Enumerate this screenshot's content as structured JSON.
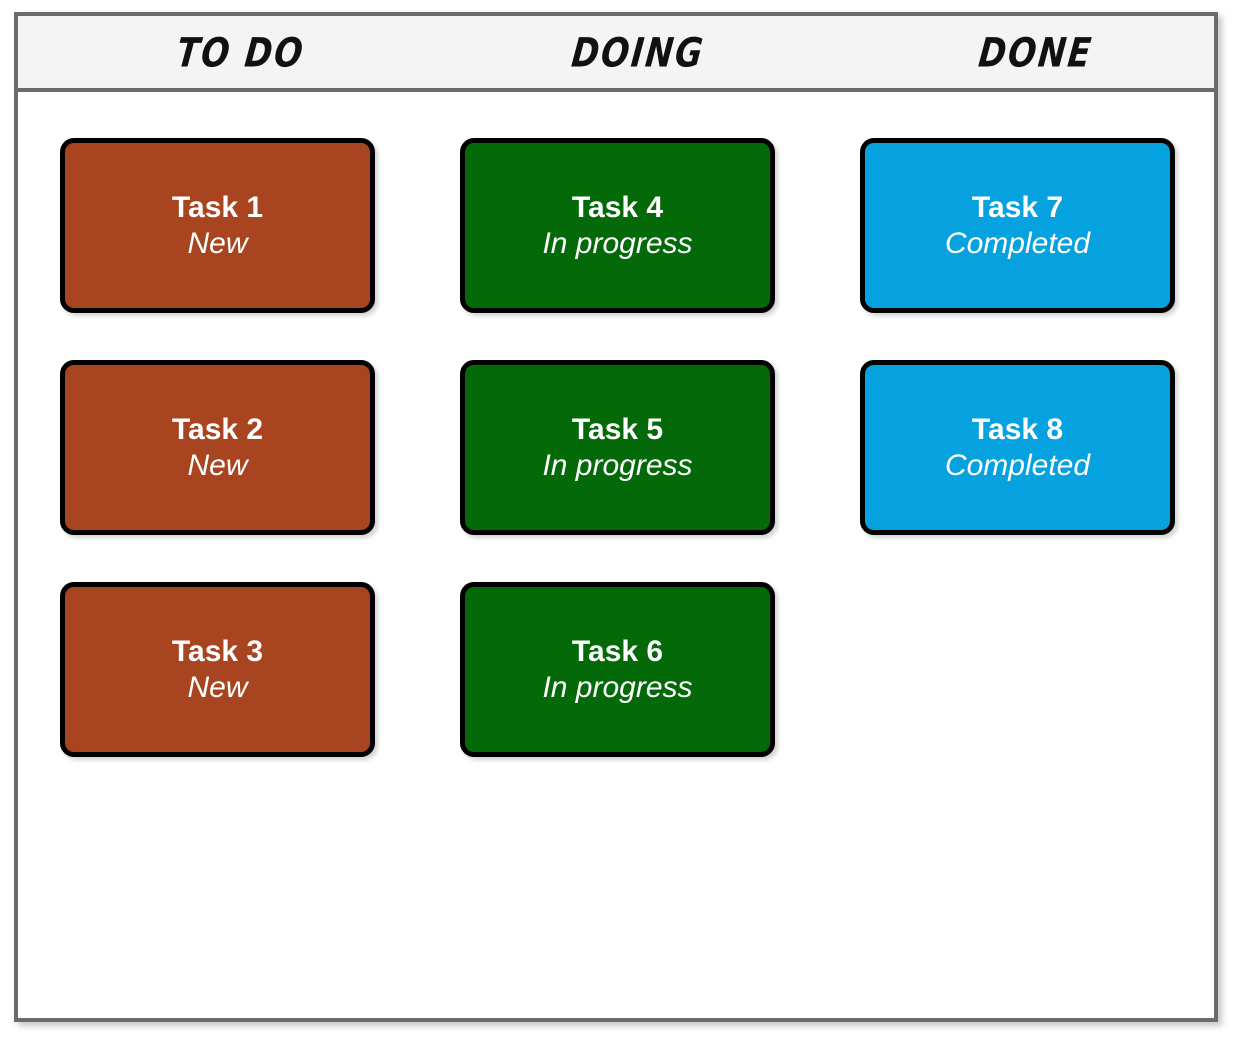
{
  "board": {
    "name": "kanban-board",
    "frame_color": "#6b6b6b",
    "header_background": "#f4f4f4",
    "body_background": "#ffffff",
    "columns": [
      {
        "id": "todo",
        "header": "TO DO",
        "accent_color": "#a84520",
        "cards": [
          {
            "title": "Task 1",
            "status": "New"
          },
          {
            "title": "Task 2",
            "status": "New"
          },
          {
            "title": "Task 3",
            "status": "New"
          }
        ]
      },
      {
        "id": "doing",
        "header": "DOING",
        "accent_color": "#046a09",
        "cards": [
          {
            "title": "Task 4",
            "status": "In progress"
          },
          {
            "title": "Task 5",
            "status": "In progress"
          },
          {
            "title": "Task 6",
            "status": "In progress"
          }
        ]
      },
      {
        "id": "done",
        "header": "DONE",
        "accent_color": "#06a2e0",
        "cards": [
          {
            "title": "Task 7",
            "status": "Completed"
          },
          {
            "title": "Task 8",
            "status": "Completed"
          }
        ]
      }
    ]
  }
}
